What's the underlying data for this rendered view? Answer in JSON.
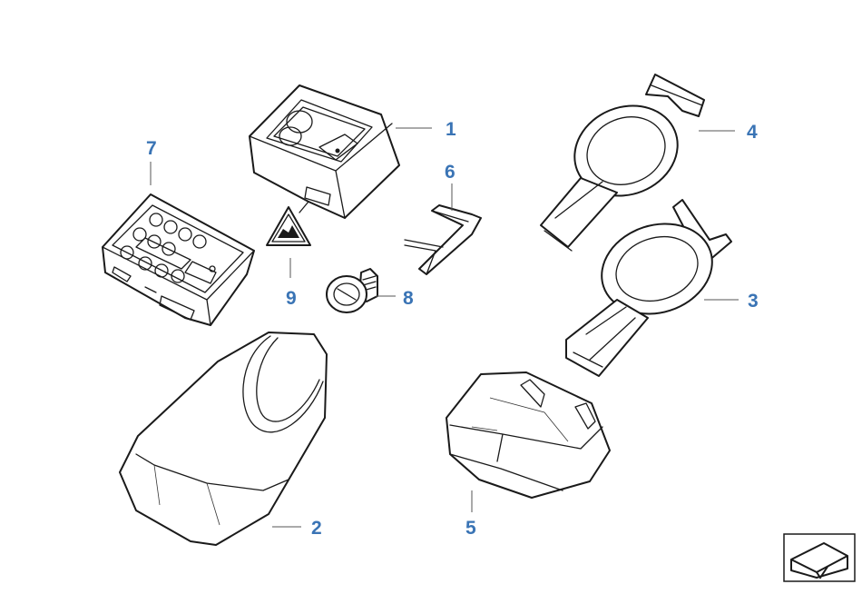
{
  "diagram": {
    "callouts": [
      "1",
      "2",
      "3",
      "4",
      "5",
      "6",
      "7",
      "8",
      "9"
    ],
    "callout_color": "#3a74b5",
    "line_color": "#1a1a1a"
  },
  "nav": {
    "icon": "arrow-corner-icon"
  }
}
